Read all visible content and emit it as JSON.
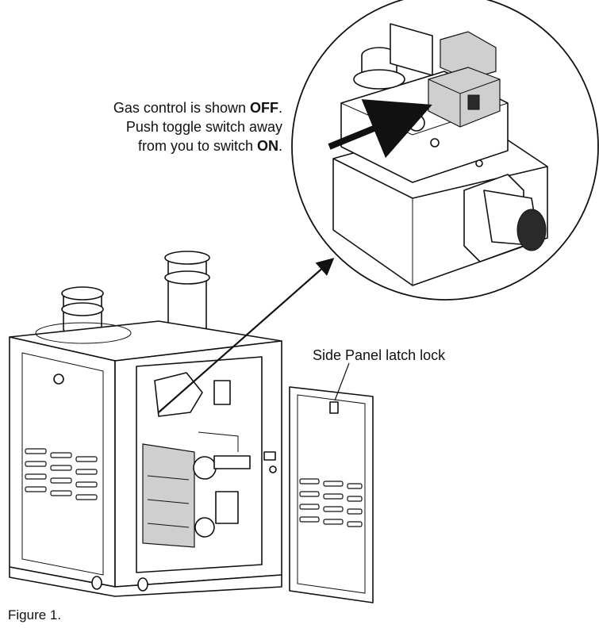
{
  "callouts": {
    "gas_control": {
      "line1_text": "Gas control is shown ",
      "line1_bold": "OFF",
      "line1_end": ".",
      "line2": "Push toggle switch away",
      "line3_text": "from you to switch ",
      "line3_bold": "ON",
      "line3_end": "."
    },
    "side_panel": "Side Panel latch lock"
  },
  "figure_label": "Figure 1."
}
